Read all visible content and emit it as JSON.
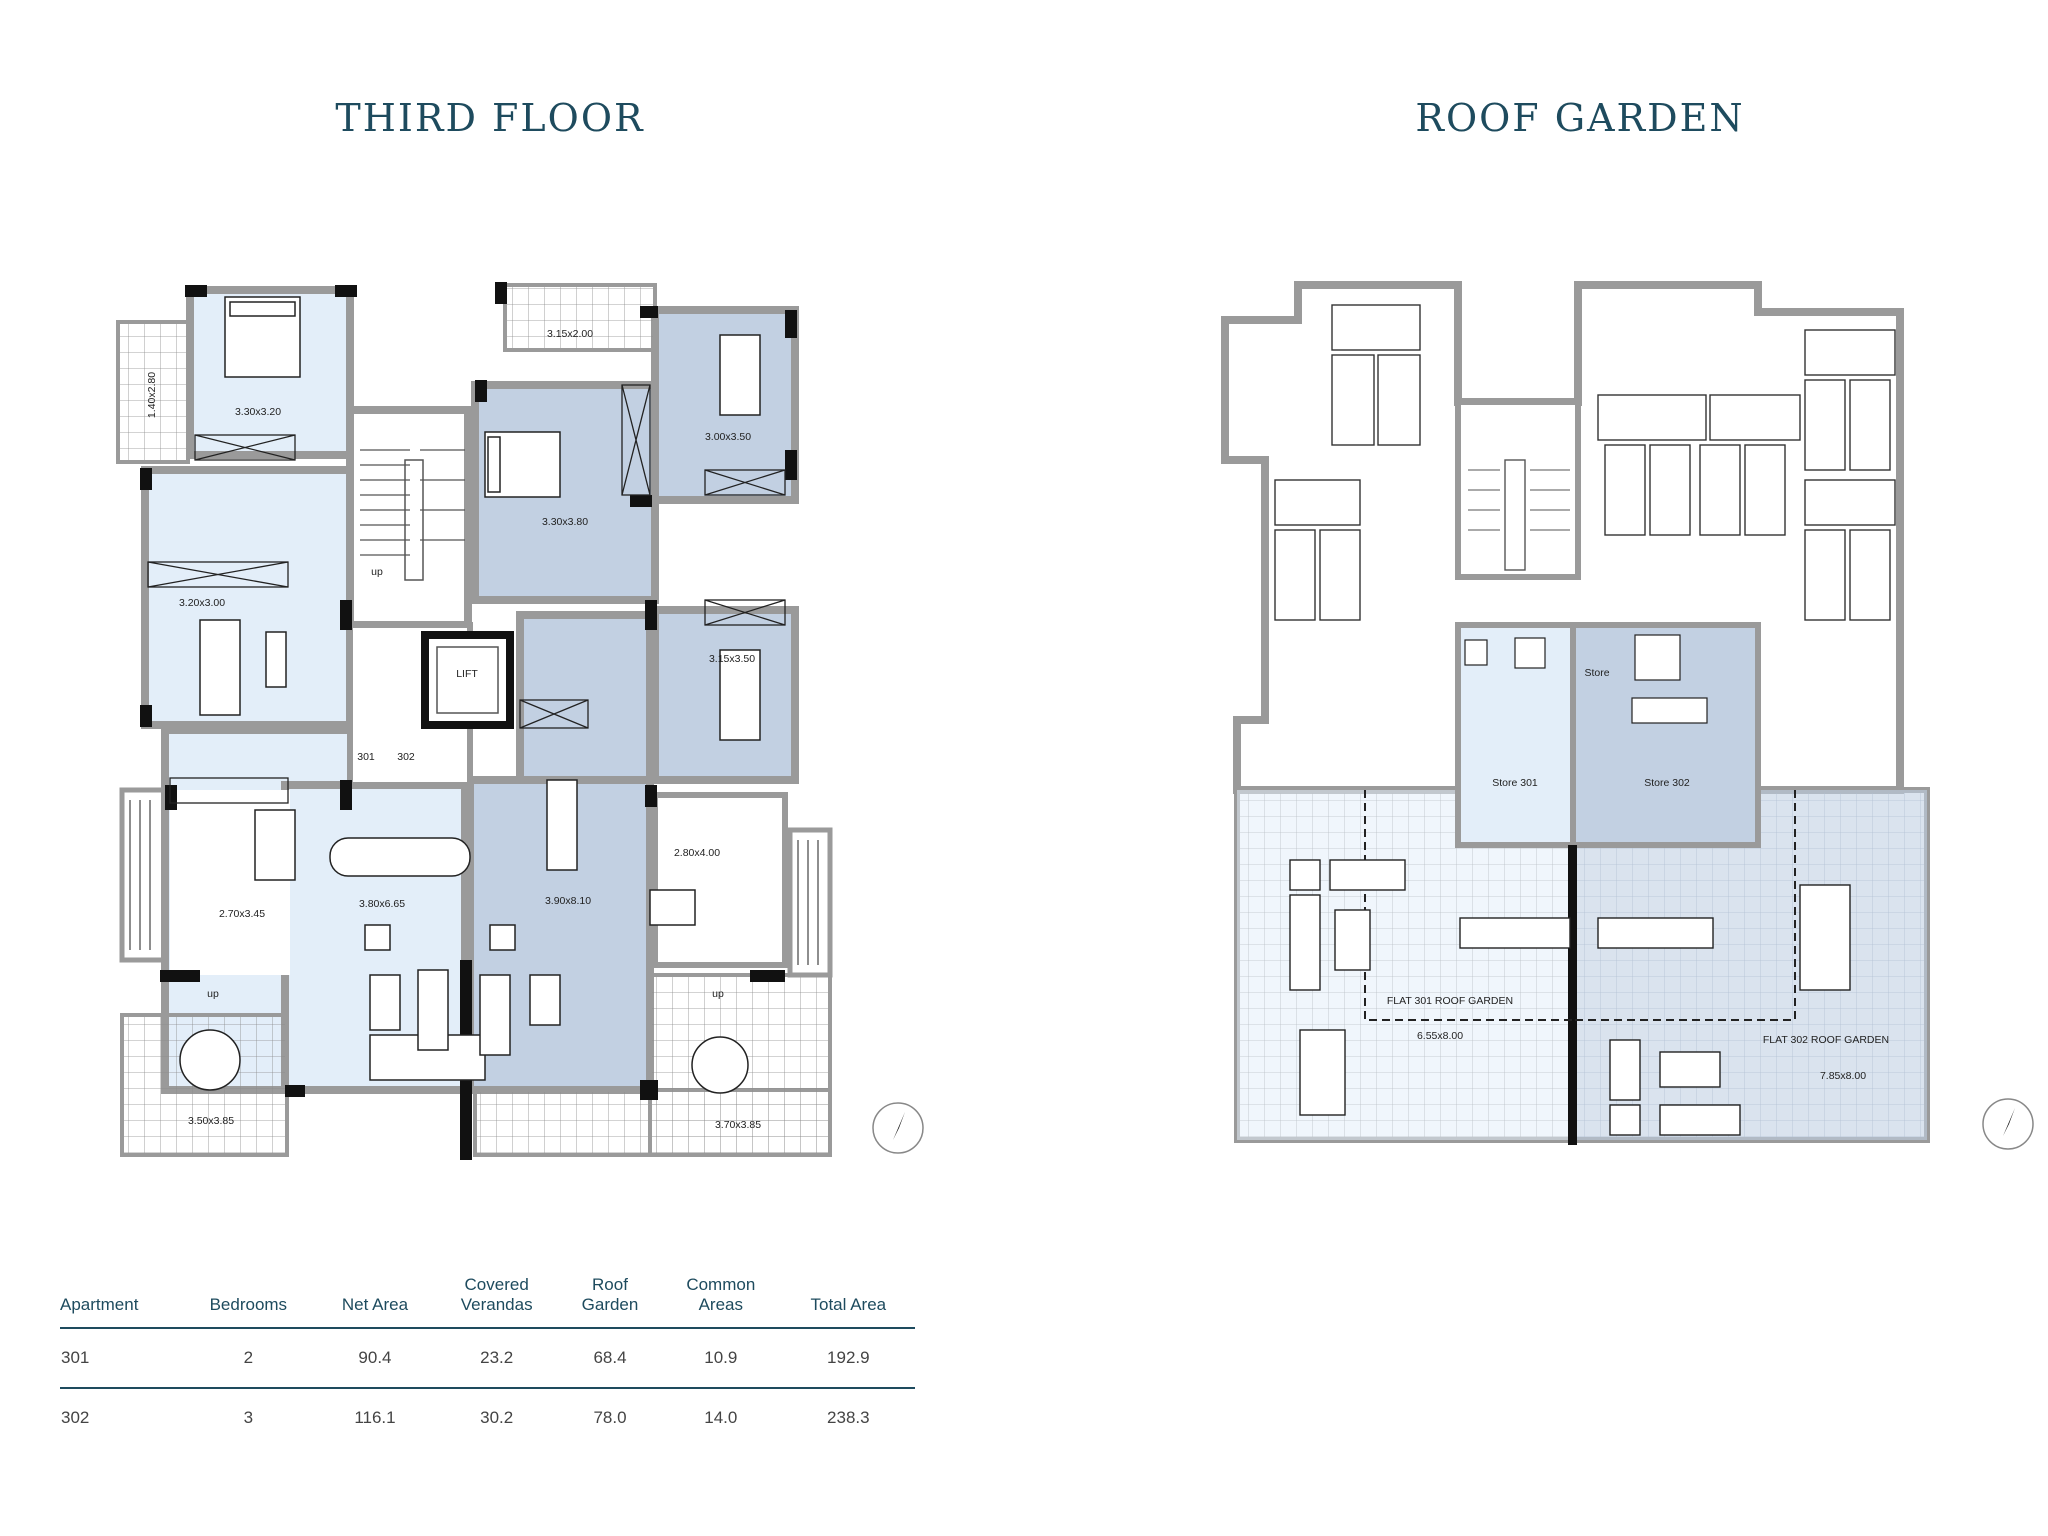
{
  "headings": {
    "third_floor": "THIRD FLOOR",
    "roof_garden": "ROOF GARDEN"
  },
  "third_floor": {
    "rooms": {
      "balcony_bedroom": "1.40x2.80",
      "master_left": "3.30x3.20",
      "bedroom_left": "3.20x3.00",
      "terrace_top": "3.15x2.00",
      "master_right": "3.30x3.80",
      "bedroom_right_top": "3.00x3.50",
      "bedroom_right_bottom": "3.15x3.50",
      "lift": "LIFT",
      "door_301": "301",
      "door_302": "302",
      "kitchen_left": "2.70x3.45",
      "living_left": "3.80x6.65",
      "living_right": "3.90x8.10",
      "kitchen_right": "2.80x4.00",
      "veranda_left": "3.50x3.85",
      "veranda_right": "3.70x3.85",
      "up_stair": "up",
      "up_left": "up",
      "up_right": "up"
    }
  },
  "roof_garden": {
    "rooms": {
      "store": "Store",
      "store_301": "Store 301",
      "store_302": "Store 302",
      "flat_301_label": "FLAT 301 ROOF GARDEN",
      "flat_301_size": "6.55x8.00",
      "flat_302_label": "FLAT 302 ROOF GARDEN",
      "flat_302_size": "7.85x8.00"
    }
  },
  "table": {
    "headers": {
      "apartment": "Apartment",
      "bedrooms": "Bedrooms",
      "net_area": "Net Area",
      "covered_verandas_1": "Covered",
      "covered_verandas_2": "Verandas",
      "roof_garden_1": "Roof",
      "roof_garden_2": "Garden",
      "common_areas_1": "Common",
      "common_areas_2": "Areas",
      "total_area": "Total Area"
    },
    "rows": [
      {
        "apartment": "301",
        "bedrooms": "2",
        "net_area": "90.4",
        "covered_verandas": "23.2",
        "roof_garden": "68.4",
        "common_areas": "10.9",
        "total_area": "192.9"
      },
      {
        "apartment": "302",
        "bedrooms": "3",
        "net_area": "116.1",
        "covered_verandas": "30.2",
        "roof_garden": "78.0",
        "common_areas": "14.0",
        "total_area": "238.3"
      }
    ]
  },
  "colors": {
    "title": "#1e4b5e",
    "flat_301": "#e3eef9",
    "flat_302": "#c2d0e2",
    "wall": "#9a9a9a",
    "wall_dark": "#111111"
  },
  "icons": {
    "compass": "north-arrow-icon"
  }
}
